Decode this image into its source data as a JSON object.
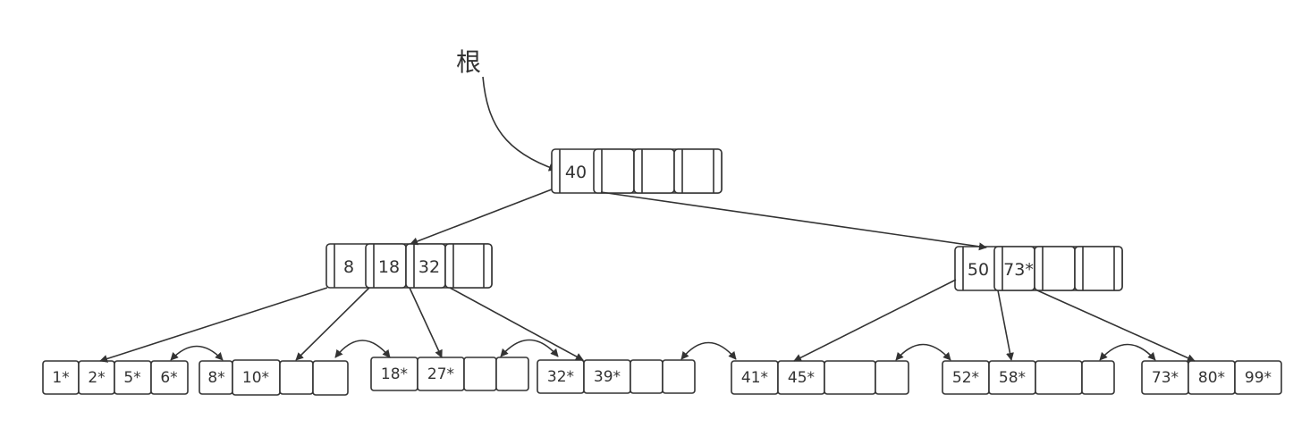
{
  "root_label": "根",
  "colors": {
    "stroke": "#333333",
    "background": "#ffffff"
  },
  "internal_nodes": [
    {
      "id": "root",
      "keys": [
        "40",
        "",
        "",
        ""
      ]
    },
    {
      "id": "left",
      "keys": [
        "8",
        "18",
        "32",
        ""
      ]
    },
    {
      "id": "right",
      "keys": [
        "50",
        "73*",
        "",
        ""
      ]
    }
  ],
  "leaves": [
    {
      "id": "leaf-1",
      "keys": [
        "1*",
        "2*",
        "5*",
        "6*"
      ]
    },
    {
      "id": "leaf-2",
      "keys": [
        "8*",
        "10*",
        "",
        ""
      ]
    },
    {
      "id": "leaf-3",
      "keys": [
        "18*",
        "27*",
        "",
        ""
      ]
    },
    {
      "id": "leaf-4",
      "keys": [
        "32*",
        "39*",
        "",
        ""
      ]
    },
    {
      "id": "leaf-5",
      "keys": [
        "41*",
        "45*",
        "",
        ""
      ]
    },
    {
      "id": "leaf-6",
      "keys": [
        "52*",
        "58*",
        "",
        ""
      ]
    },
    {
      "id": "leaf-7",
      "keys": [
        "73*",
        "80*",
        "99*"
      ]
    }
  ]
}
